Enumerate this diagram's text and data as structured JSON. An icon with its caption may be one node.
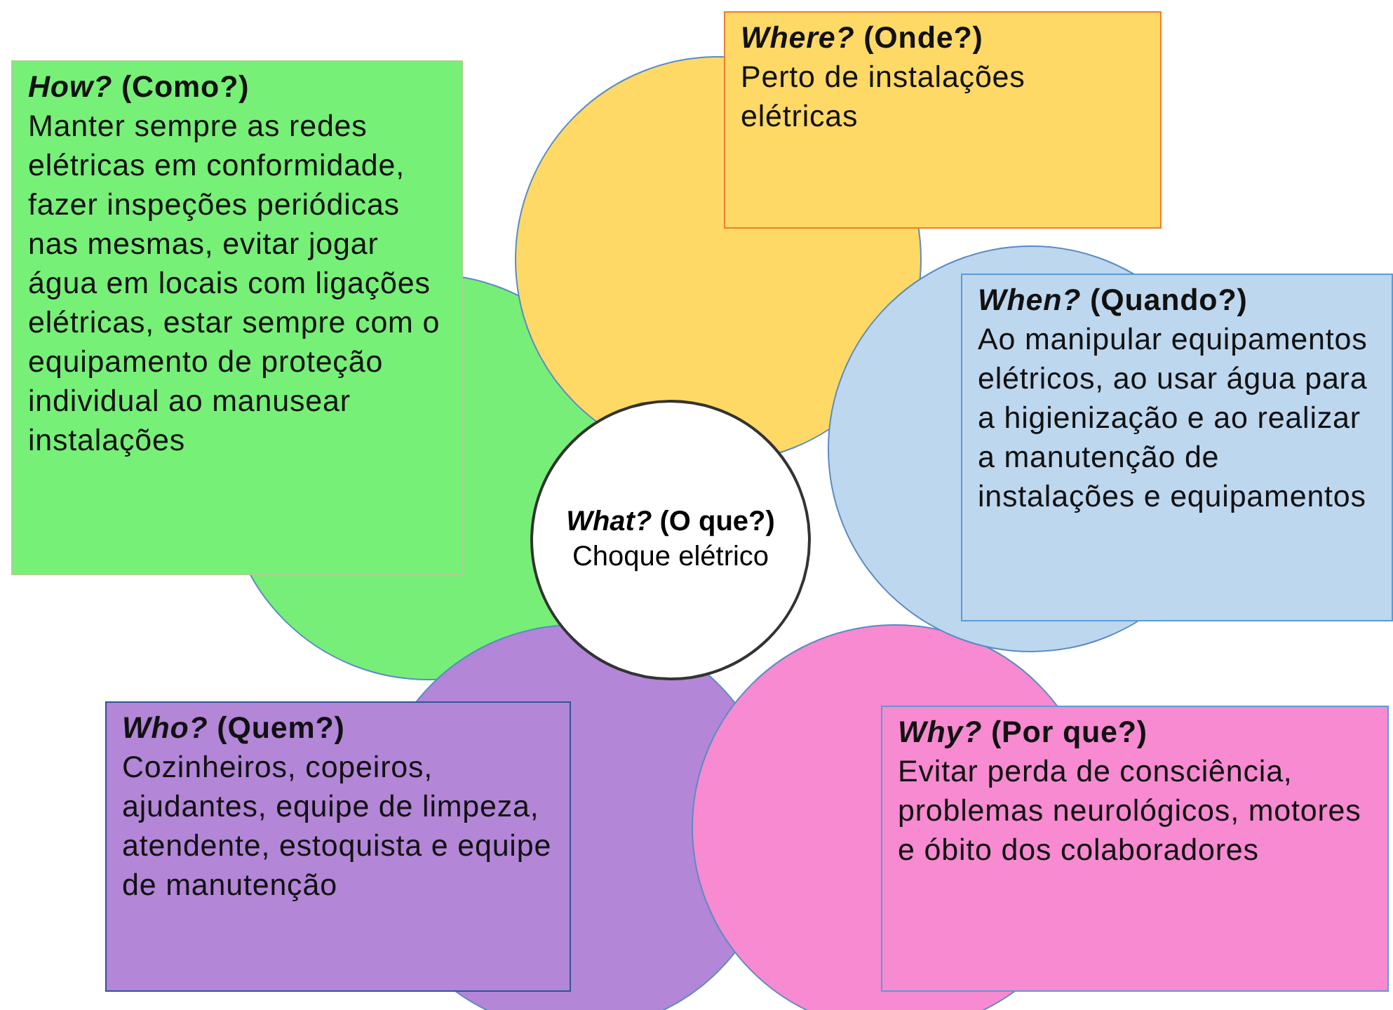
{
  "diagram": {
    "nodes": [
      {
        "text": [
          "*What?* (O que?)",
          "Choque elétrico"
        ]
      },
      {
        "text": [
          "*Where?* (Onde?)",
          "Perto de instalações elétricas"
        ]
      },
      {
        "text": [
          "*How?* (Como?)",
          "Manter sempre as redes elétricas em conformidade, fazer inspeções periódicas nas mesmas, evitar jogar água em locais com ligações elétricas, estar sempre com o equipamento de proteção individual ao manusear instalações"
        ]
      },
      {
        "text": [
          "*When?* (Quando?)",
          "Ao manipular equipamentos elétricos, ao usar água para a higienização e ao realizar a manutenção de instalações e equipamentos"
        ]
      },
      {
        "text": [
          "*Who?* (Quem?)",
          "Cozinheiros, copeiros, ajudantes, equipe de limpeza, atendente, estoquista e equipe de manutenção"
        ]
      },
      {
        "text": [
          "*Why?* (Por que?)",
          "Evitar perda de consciência, problemas neurológicos, motores e óbito dos colaboradores"
        ]
      }
    ]
  }
}
